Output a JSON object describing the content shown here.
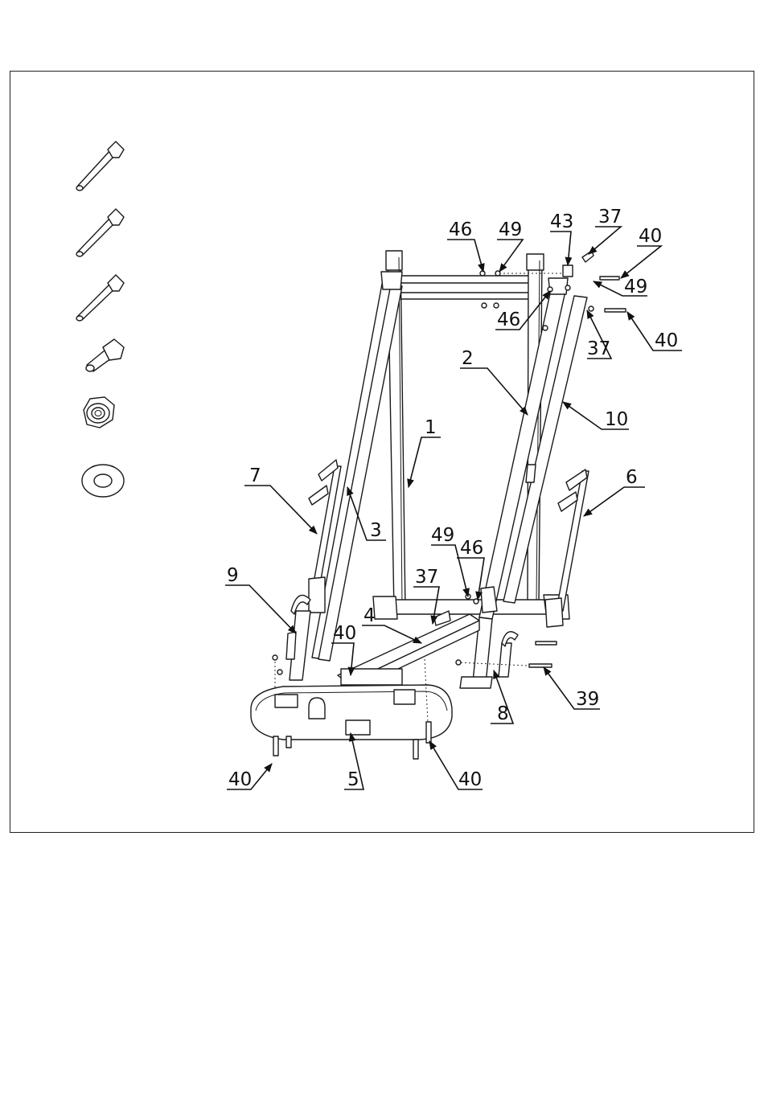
{
  "callouts": {
    "c1": "1",
    "c2": "2",
    "c3": "3",
    "c4": "4",
    "c5": "5",
    "c6": "6",
    "c7": "7",
    "c8": "8",
    "c9": "9",
    "c10": "10",
    "c37a": "37",
    "c37b": "37",
    "c37c": "37",
    "c39": "39",
    "c40a": "40",
    "c40b": "40",
    "c40c": "40",
    "c40d": "40",
    "c40e": "40",
    "c43": "43",
    "c46a": "46",
    "c46b": "46",
    "c46c": "46",
    "c49a": "49",
    "c49b": "49",
    "c49c": "49"
  },
  "hardware_legend": [
    "long-bolt-icon",
    "long-bolt-icon",
    "long-bolt-icon",
    "short-bolt-icon",
    "lock-nut-icon",
    "washer-icon"
  ],
  "colors": {
    "line": "#1a1a1a",
    "background": "#ffffff"
  }
}
